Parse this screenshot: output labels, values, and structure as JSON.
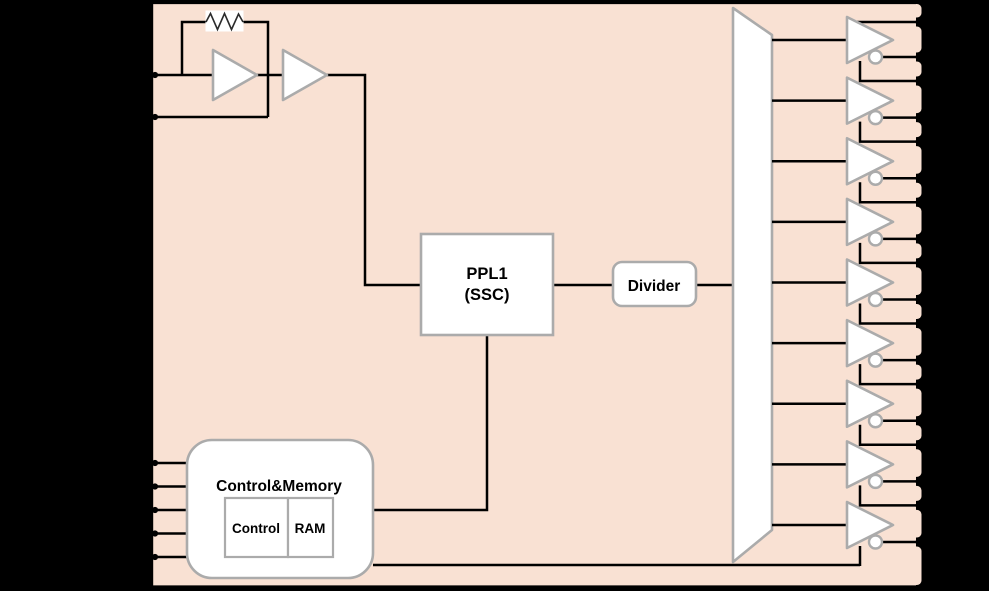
{
  "blocks": {
    "pll": {
      "line1": "PPL1",
      "line2": "(SSC)"
    },
    "divider": {
      "label": "Divider"
    },
    "control_memory": {
      "title": "Control&Memory",
      "control_label": "Control",
      "ram_label": "RAM"
    }
  },
  "outputs": {
    "buffer_count": 9
  },
  "inputs": {
    "oscillator_pin_count": 2,
    "control_pin_count": 5
  },
  "colors": {
    "canvas": "#000000",
    "chip_fill": "#F9E1D3",
    "shape_fill": "#FFFFFF",
    "shape_stroke": "#ABABAB",
    "wire": "#000000"
  }
}
